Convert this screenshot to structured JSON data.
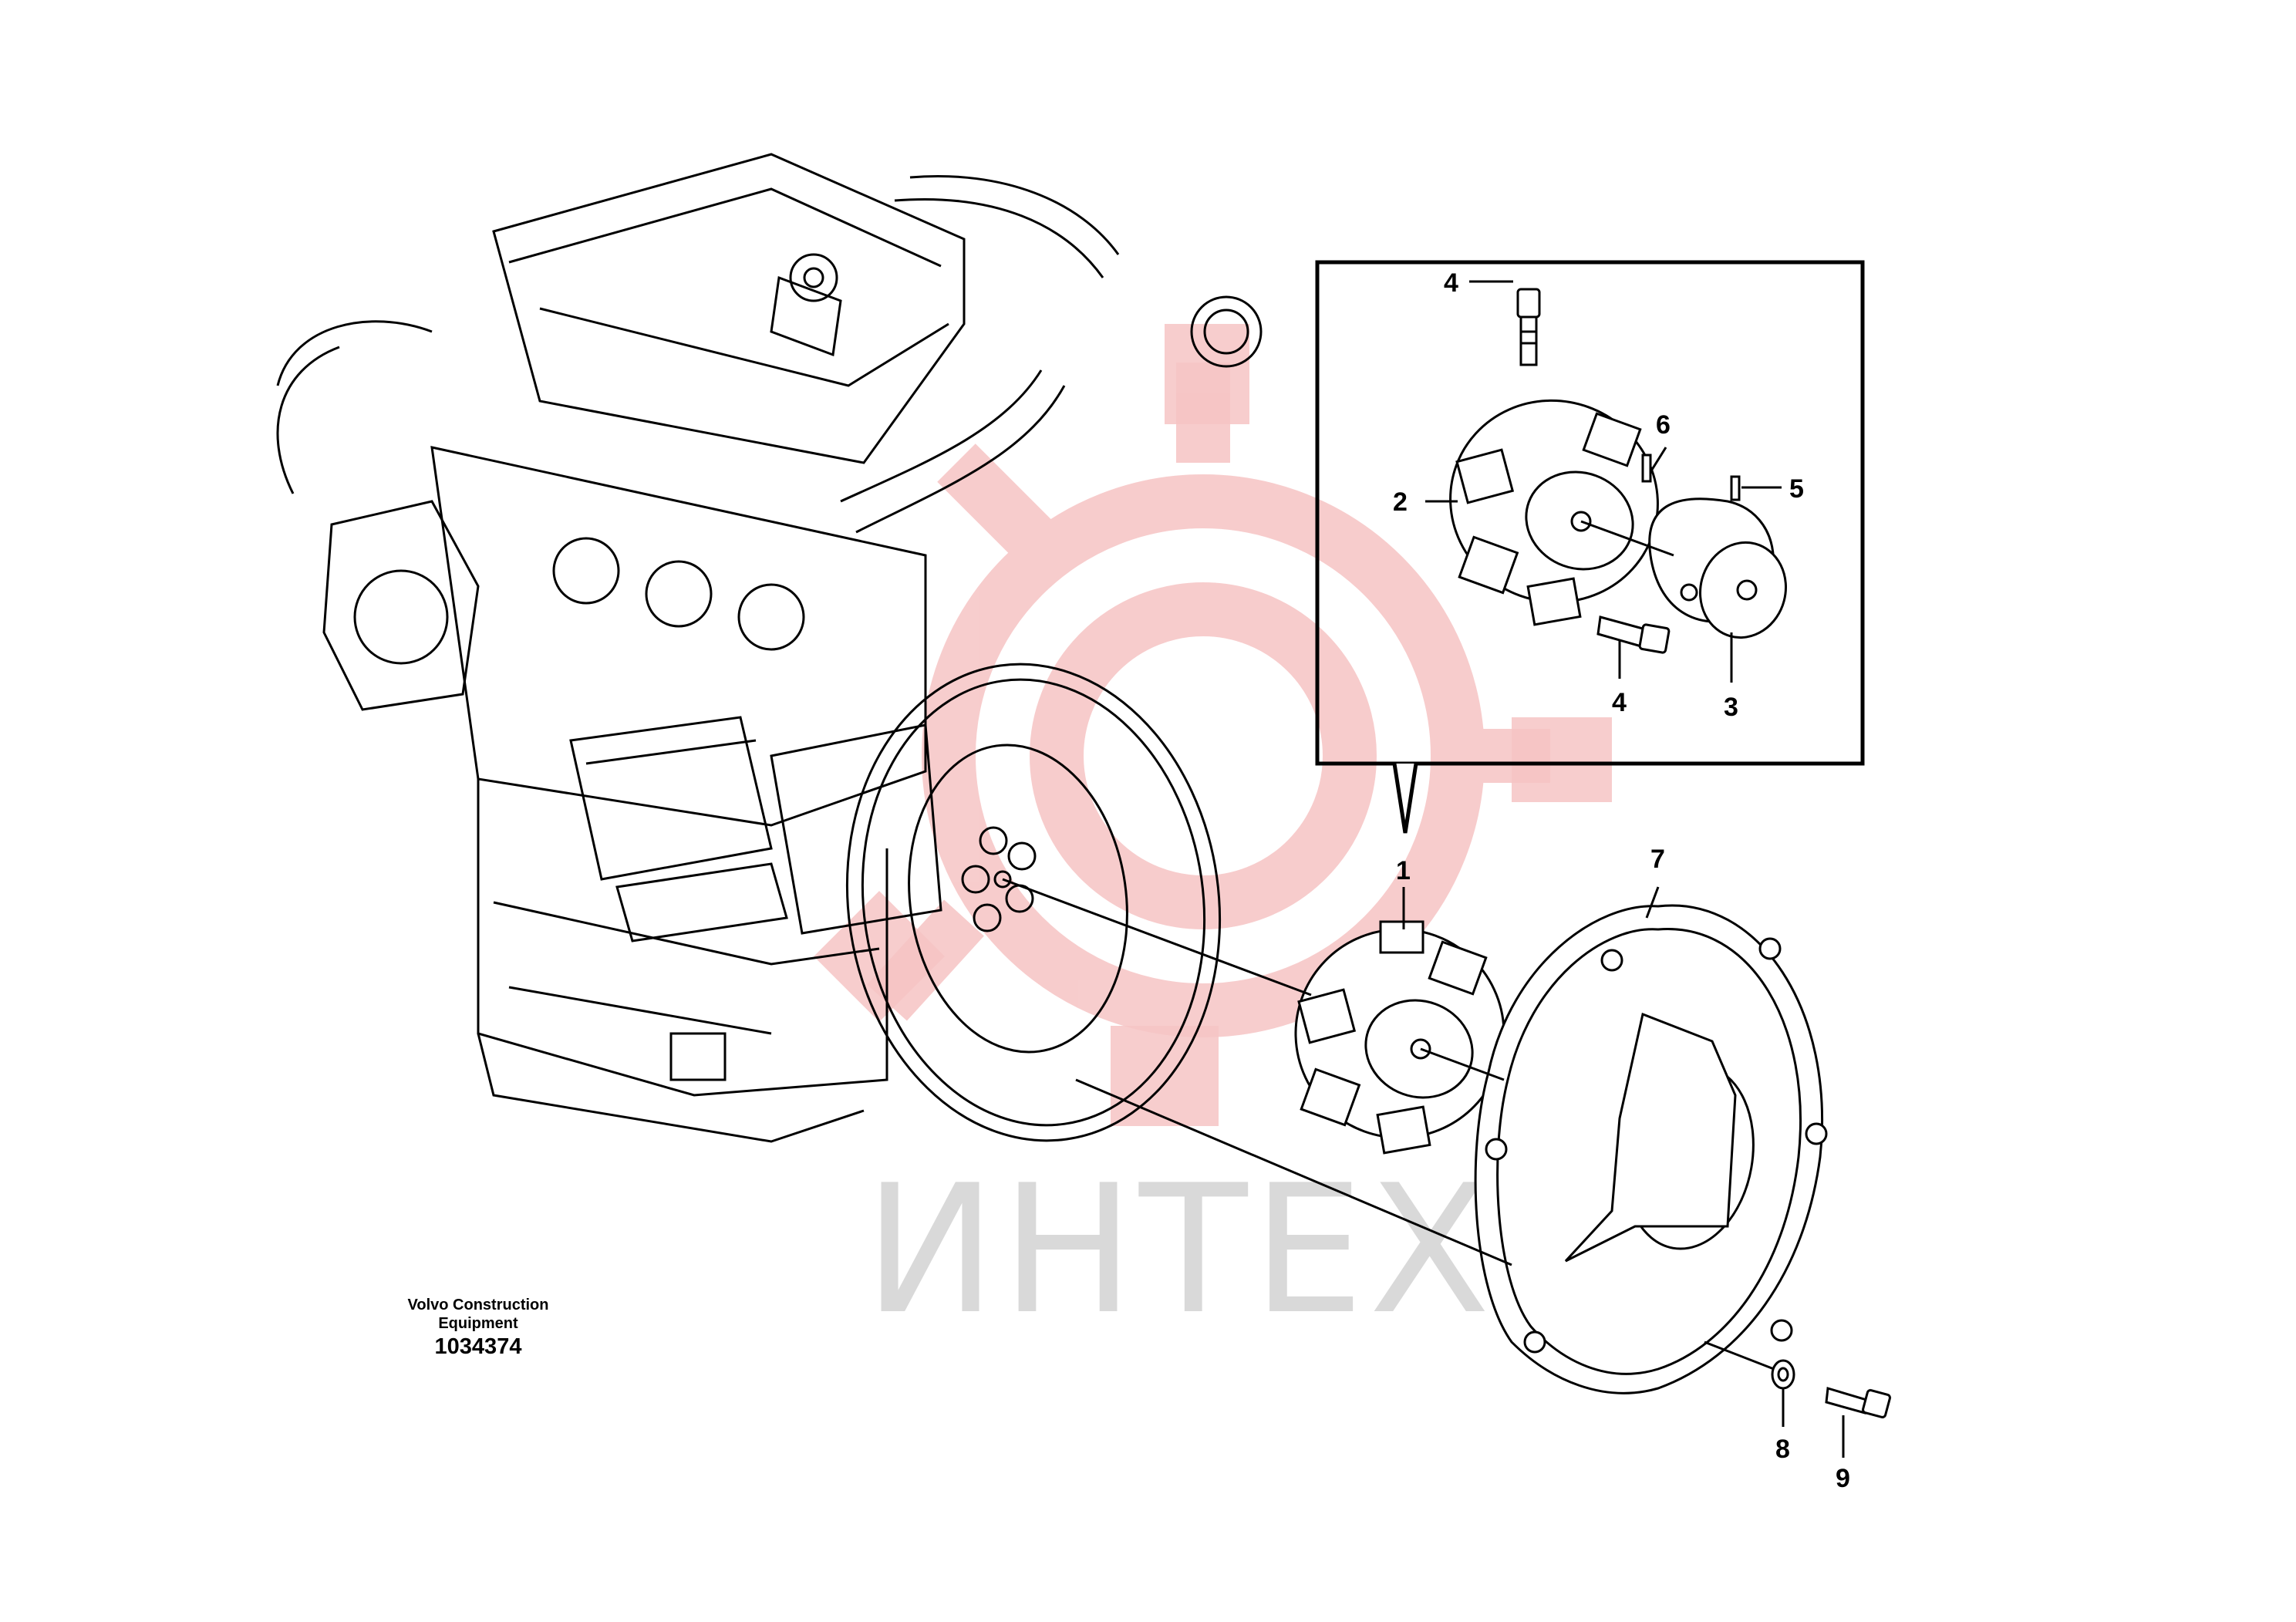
{
  "watermark": {
    "text": "ИНТЕХ",
    "color": "#f2b3b3",
    "text_color": "#d9d9d9"
  },
  "caption": {
    "line1": "Volvo Construction",
    "line2": "Equipment",
    "number": "1034374"
  },
  "callouts": {
    "c1": "1",
    "c2": "2",
    "c3": "3",
    "c4a": "4",
    "c4b": "4",
    "c5": "5",
    "c6": "6",
    "c7": "7",
    "c8": "8",
    "c9": "9"
  },
  "icons": [
    "engine-drawing",
    "flywheel-drawing",
    "coupling-drawing",
    "cover-plate-drawing",
    "washer-drawing",
    "bolt-drawing",
    "watermark-logo"
  ]
}
